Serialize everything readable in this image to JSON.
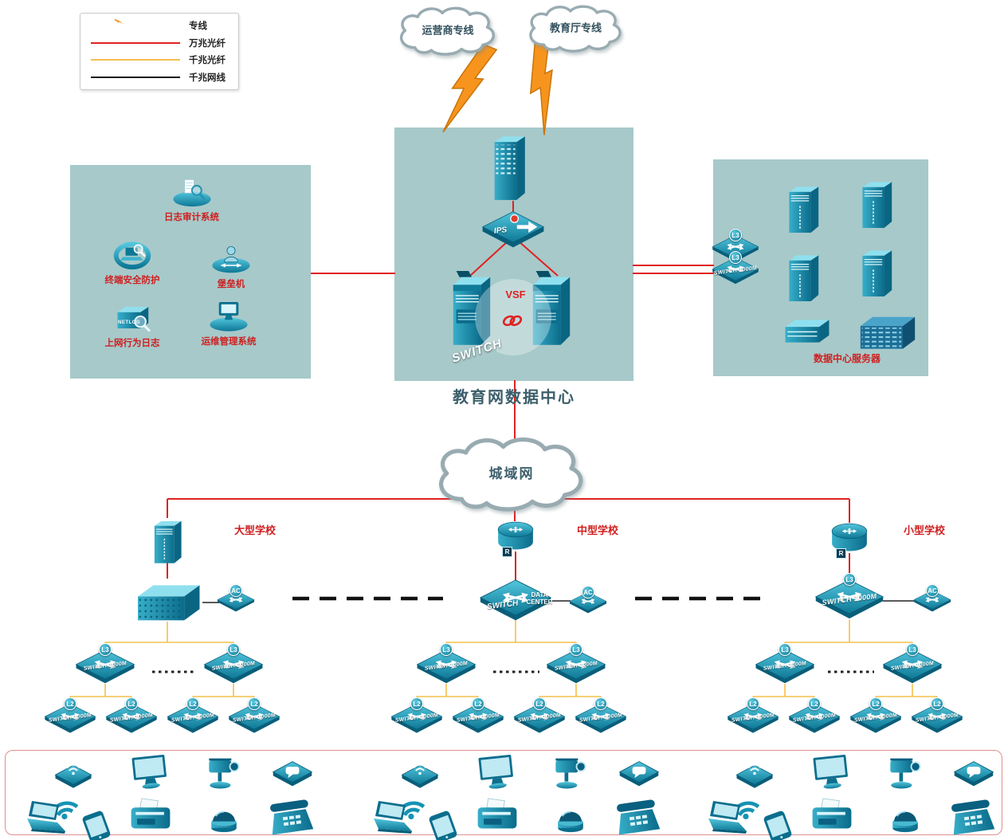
{
  "legend": {
    "items": [
      {
        "label": "专线",
        "type": "lightning"
      },
      {
        "label": "万兆光纤",
        "color": "#e02222",
        "type": "line"
      },
      {
        "label": "千兆光纤",
        "color": "#f3c04c",
        "type": "line"
      },
      {
        "label": "千兆网线",
        "color": "#1a1a1a",
        "type": "line"
      }
    ]
  },
  "clouds": {
    "carrier": "运营商专线",
    "education": "教育厅专线",
    "metro": "城域网"
  },
  "data_center": {
    "title": "教育网数据中心",
    "vsf": "VSF",
    "switch": "SWITCH",
    "ips": "IPS"
  },
  "security_zone": {
    "log_audit": "日志审计系统",
    "endpoint_protection": "终端安全防护",
    "bastion": "堡垒机",
    "behavior_log": "上网行为日志",
    "netlog": "NETLOG",
    "ops_mgmt": "运维管理系统"
  },
  "server_zone": {
    "title": "数据中心服务器"
  },
  "labels": {
    "switch_1000m": "SWITCH 1000M",
    "l3": "L3",
    "l2": "L2",
    "ac": "AC",
    "switch": "SWITCH",
    "data_center": "DATA CENTER",
    "router_badge": "R"
  },
  "schools": [
    {
      "name": "大型学校"
    },
    {
      "name": "中型学校"
    },
    {
      "name": "小型学校"
    }
  ],
  "endpoint_devices": [
    "wireless-ap",
    "wifi-signal",
    "laptop",
    "smartphone",
    "monitor",
    "printer",
    "ptz-camera",
    "dome-camera",
    "video-terminal",
    "telephone"
  ],
  "colors": {
    "zone_fill": "#a7c9ca",
    "device_teal": "#1693b4",
    "line_10g": "#e02222",
    "line_1g_fiber": "#f3c04c",
    "line_1g_copper": "#1a1a1a",
    "label_red": "#cf1f1f",
    "bolt_orange": "#F7941E"
  }
}
